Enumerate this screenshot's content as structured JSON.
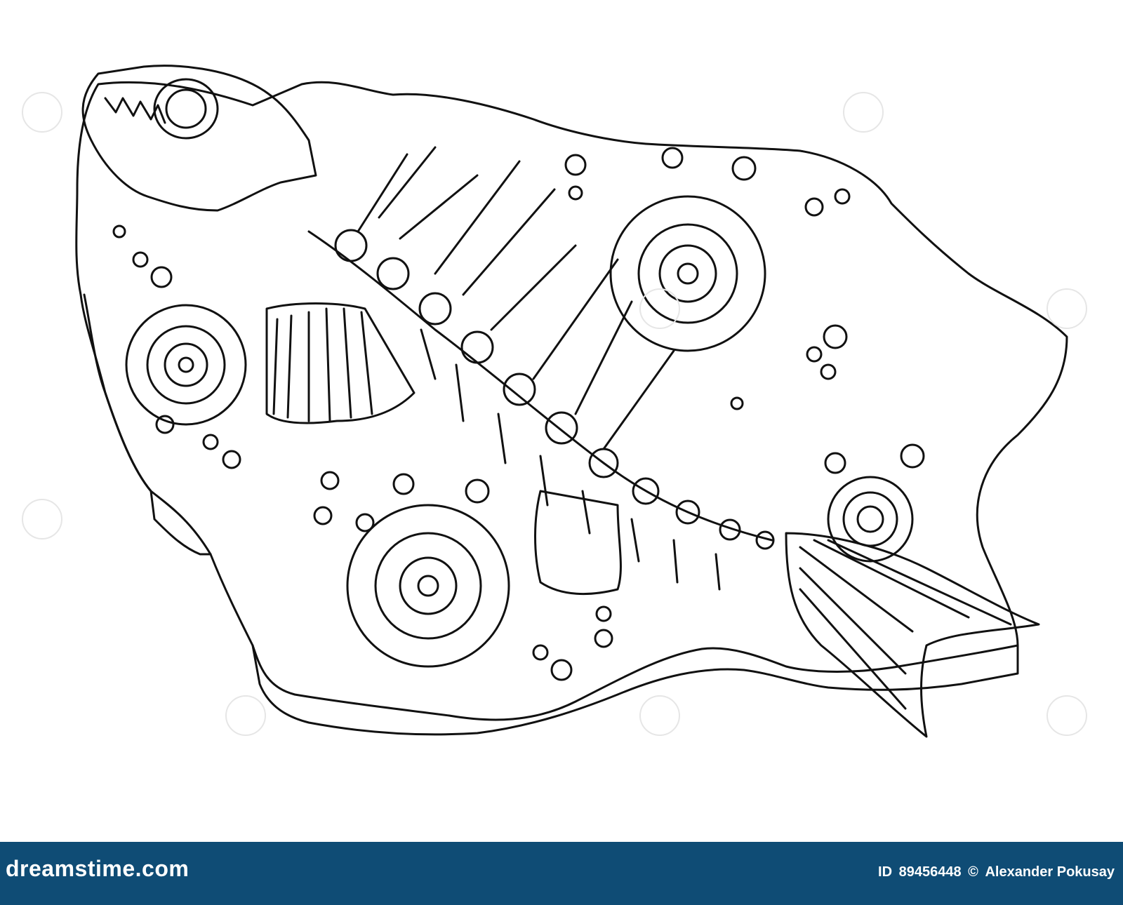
{
  "footer": {
    "brand": "dreamstime.com",
    "id_label": "ID",
    "id_number": "89456448",
    "copyright_symbol": "©",
    "author": "Alexander Pokusay",
    "background_color": "#0f4c75"
  },
  "artwork": {
    "line_color": "#111111",
    "background_color": "#ffffff",
    "subjects": [
      "fossil-fish-skeleton",
      "ammonite-shell",
      "ammonite-shell",
      "ammonite-shell",
      "ammonite-shell",
      "stone-slab",
      "bubbles"
    ]
  },
  "watermark": {
    "icon": "swirl-icon"
  }
}
